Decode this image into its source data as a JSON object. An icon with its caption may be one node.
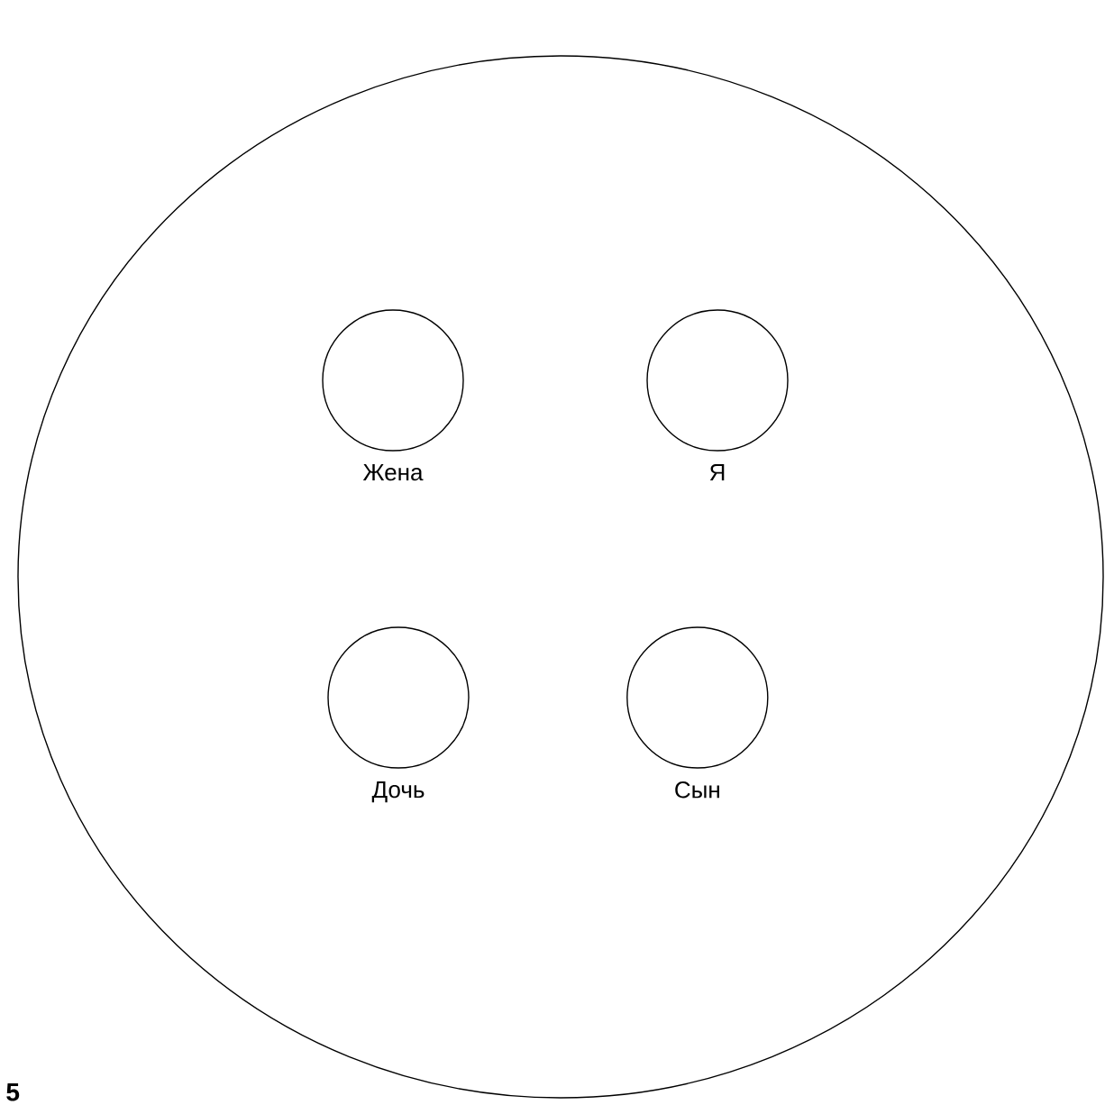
{
  "diagram": {
    "nodes": [
      {
        "text": [],
        "shape": "circle"
      },
      {
        "text": [
          "Жена"
        ],
        "in": 0
      },
      {
        "text": [
          "Я"
        ],
        "in": 0
      },
      {
        "text": [
          "Дочь"
        ],
        "in": 0
      },
      {
        "text": [
          "Сын"
        ],
        "in": 0
      }
    ],
    "labels": [
      "5"
    ]
  }
}
